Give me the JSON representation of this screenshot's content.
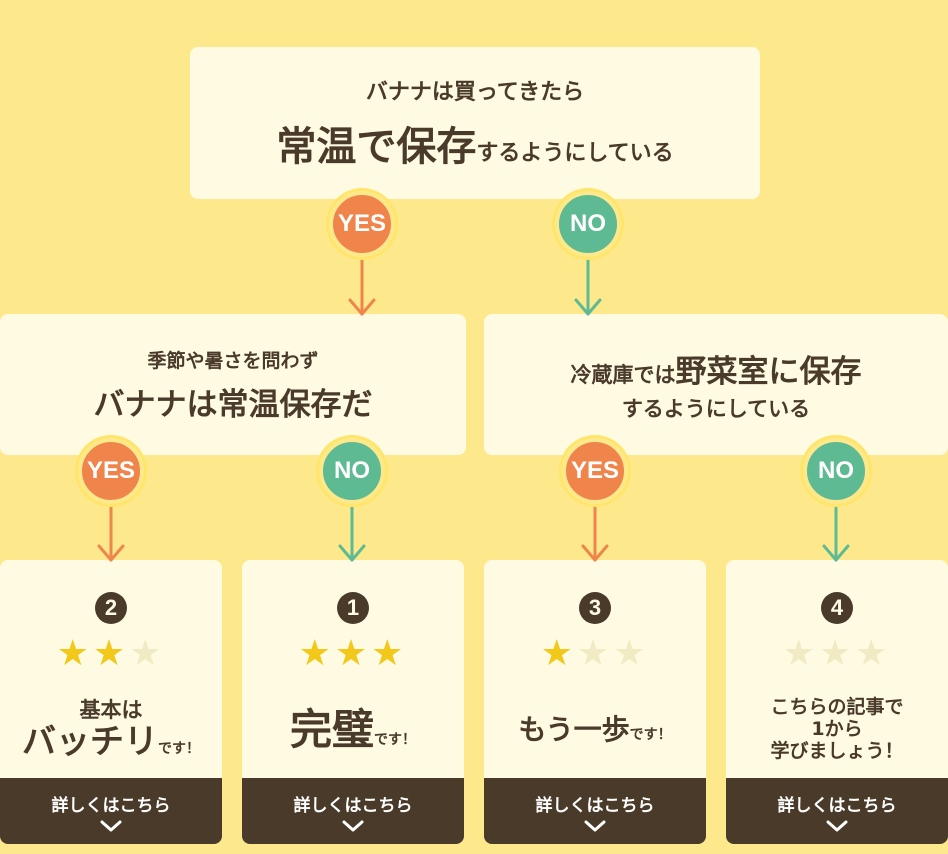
{
  "question_root": {
    "line1": "バナナは買ってきたら",
    "emph": "常温で保存",
    "rest": "するようにしている"
  },
  "question_left": {
    "line1": "季節や暑さを問わず",
    "line2": "バナナは常温保存だ"
  },
  "question_right": {
    "pre": "冷蔵庫では",
    "emph": "野菜室に保存",
    "line2": "するようにしている"
  },
  "badges": {
    "yes": "YES",
    "no": "NO"
  },
  "colors": {
    "background": "#fde98c",
    "box": "#fffbe3",
    "yes": "#f0854c",
    "no": "#5eba92",
    "dark": "#4a3a2a",
    "star_on": "#f2c81a",
    "star_off": "#f1ebc4"
  },
  "results": [
    {
      "number": "2",
      "stars_filled": 2,
      "stars_total": 3,
      "msg_line1": "基本は",
      "msg_big": "バッチリ",
      "msg_tail": "です！",
      "link": "詳しくはこちら",
      "link_icon": "chevron-down-icon"
    },
    {
      "number": "1",
      "stars_filled": 3,
      "stars_total": 3,
      "msg_big": "完璧",
      "msg_tail": "です！",
      "link": "詳しくはこちら",
      "link_icon": "chevron-down-icon"
    },
    {
      "number": "3",
      "stars_filled": 1,
      "stars_total": 3,
      "msg_big": "もう一歩",
      "msg_tail": "です！",
      "link": "詳しくはこちら",
      "link_icon": "chevron-down-icon"
    },
    {
      "number": "4",
      "stars_filled": 0,
      "stars_total": 3,
      "msg_line1": "こちらの記事で",
      "msg_line2": "1から",
      "msg_line3": "学びましょう！",
      "link": "詳しくはこちら",
      "link_icon": "chevron-down-icon"
    }
  ]
}
